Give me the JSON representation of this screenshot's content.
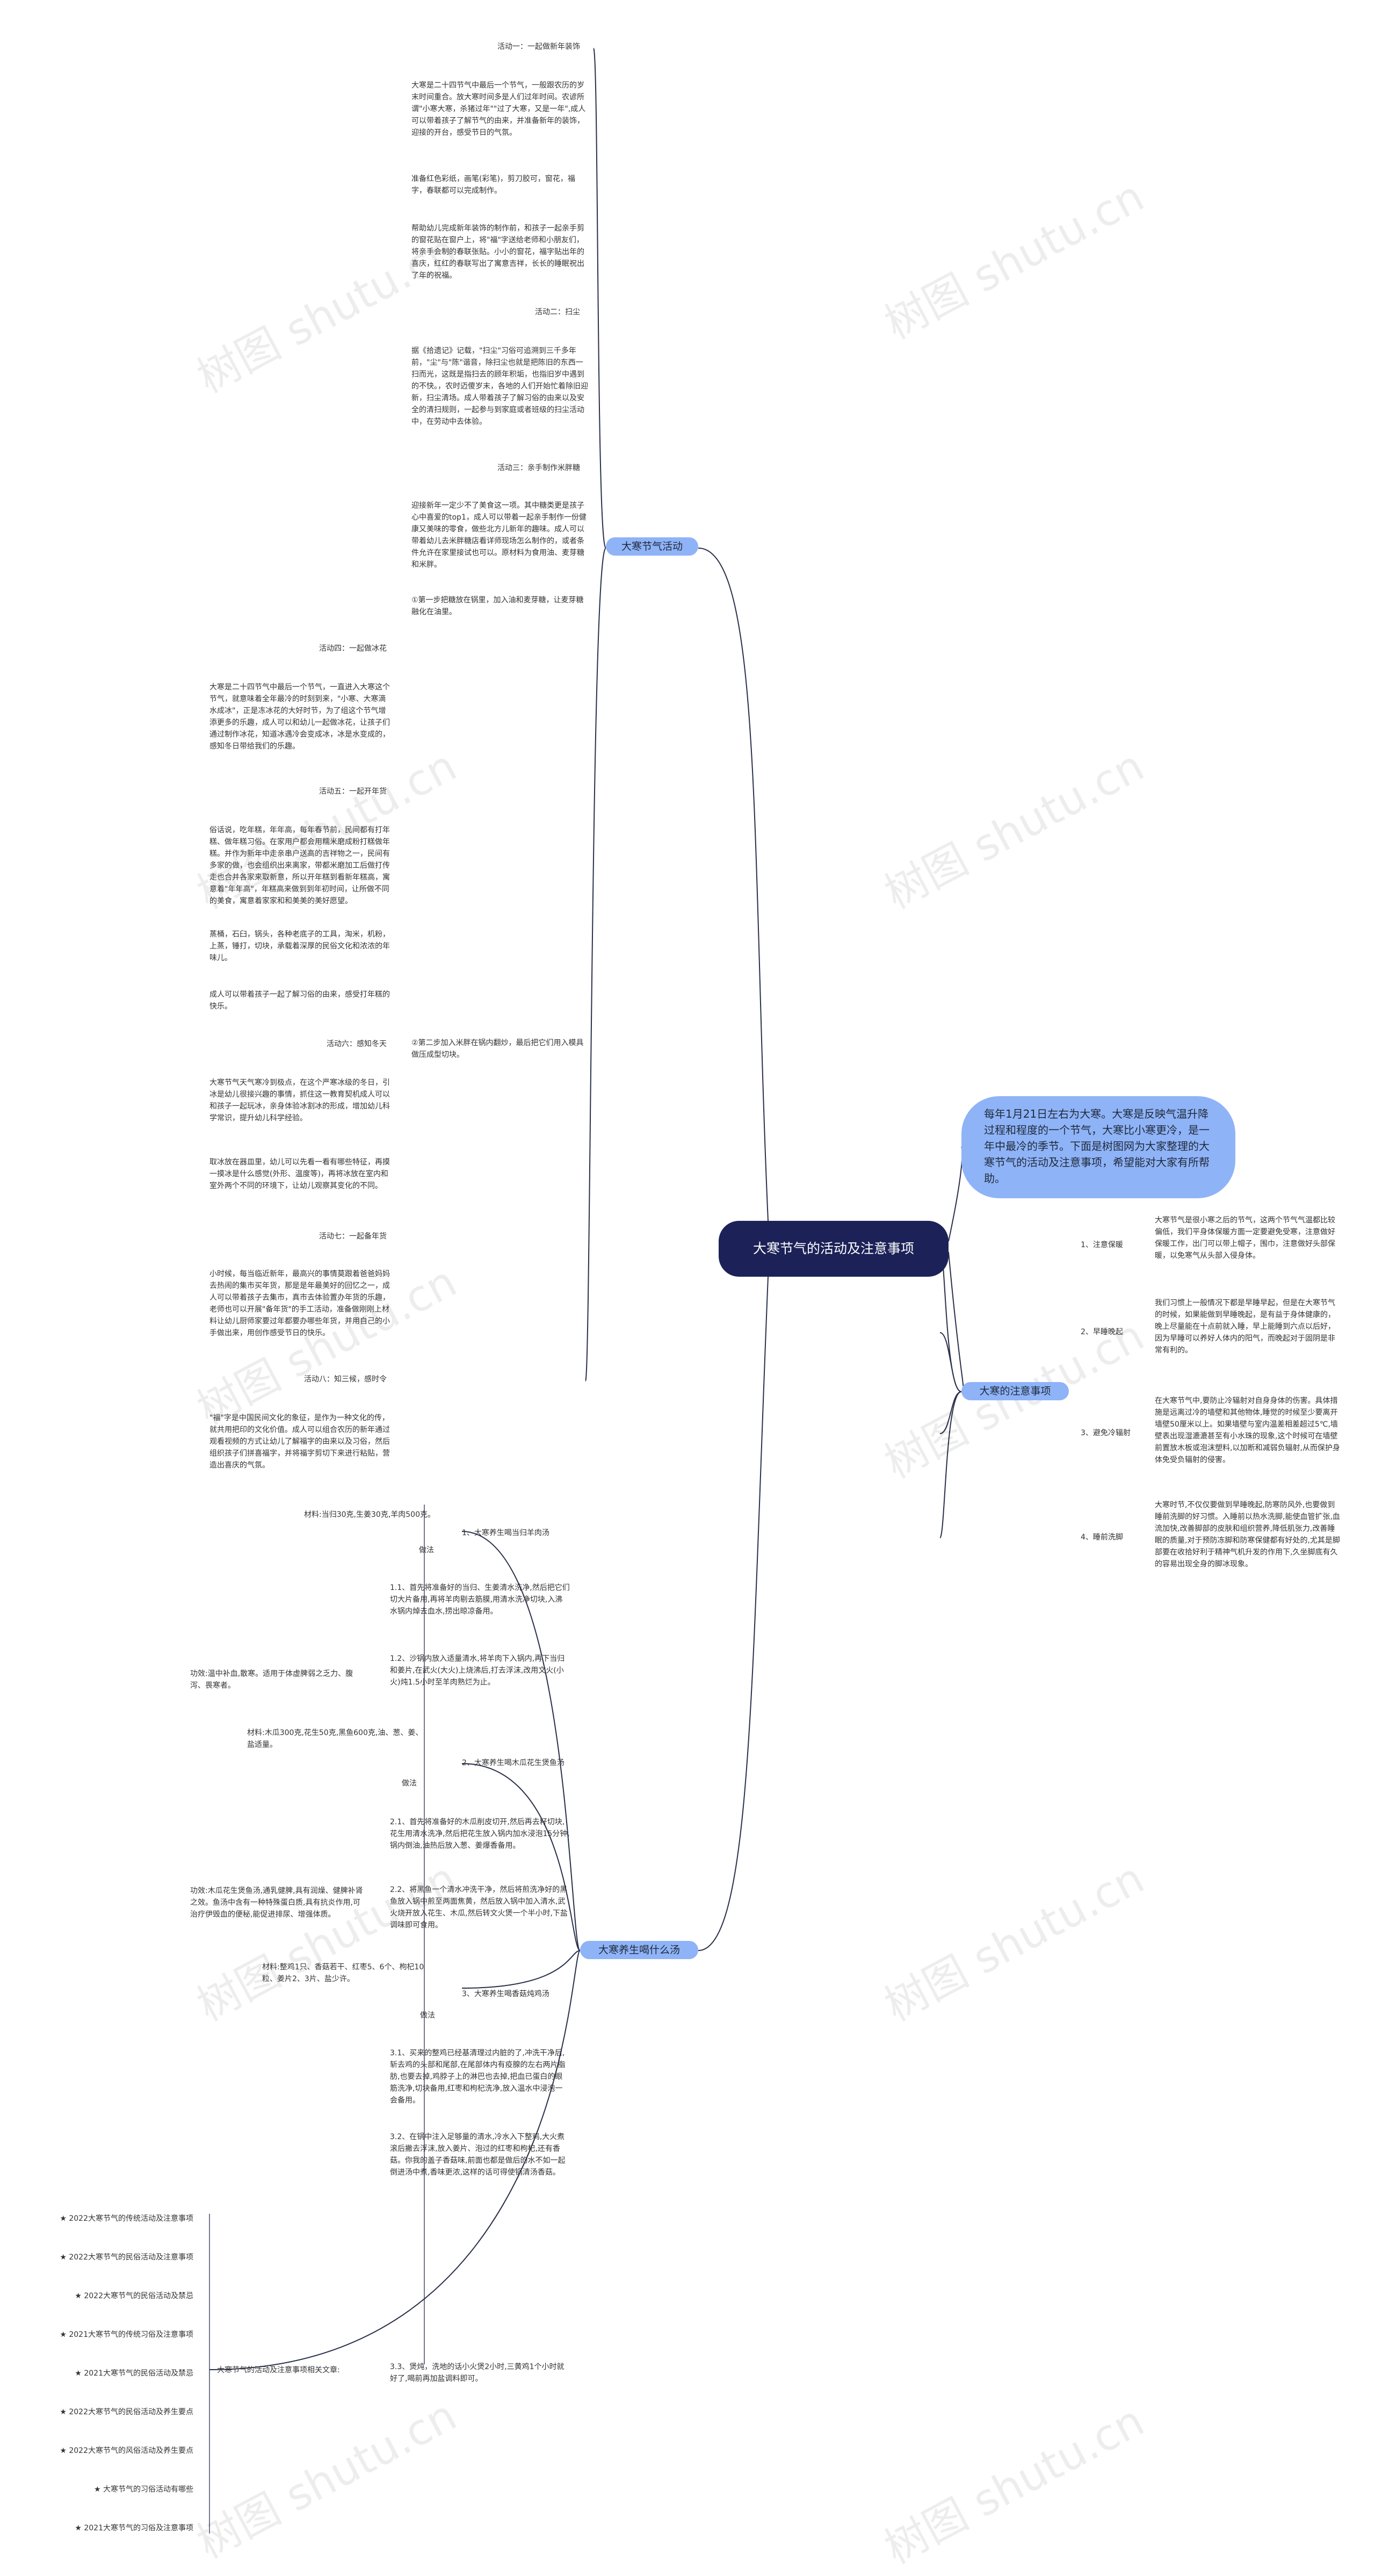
{
  "root": "大寒节气的活动及注意事项",
  "intro": "每年1月21日左右为大寒。大寒是反映气温升降过程和程度的一个节气，大寒比小寒更冷，是一年中最冷的季节。下面是树图网为大家整理的大寒节气的活动及注意事项，希望能对大家有所帮助。",
  "b_activities": {
    "label": "大寒节气活动",
    "items": [
      "活动一：一起做新年装饰",
      "大寒是二十四节气中最后一个节气，一般跟农历的岁末时间重合。放大寒时间多是人们过年时间。农谚所谓\"小寒大寒，杀猪过年\"\"过了大寒，又是一年\",成人可以带着孩子了解节气的由来，并准备新年的装饰，迎接的开台，感受节日的气氛。",
      "准备红色彩纸，画笔(彩笔)，剪刀胶可，窗花，福字，春联都可以完成制作。",
      "帮助幼儿完成新年装饰的制作前，和孩子一起亲手剪的窗花贴在窗户上，将\"福\"字送给老师和小朋友们，将亲手会制的春联张贴。小小的窗花，福字贴出年的喜庆，红红的春联写出了寓意吉祥，长长的睡眠祝出了年的祝福。",
      "活动二：扫尘",
      "据《拾遗记》记载，\"扫尘\"习俗可追溯到三千多年前，\"尘\"与\"陈\"谐音，除扫尘也就是把陈旧的东西一扫而光，这既是指扫去的顾年积垢，也指旧岁中遇到的不快。，农时迈傻岁末，各地的人们开始忙着除旧迎新，扫尘清场。成人带着孩子了解习俗的由来以及安全的清扫规则，一起参与到家庭或者班级的扫尘活动中，在劳动中去体验。",
      "活动三：亲手制作米胖糖",
      "迎接新年一定少不了美食这一项。其中糖类更是孩子心中喜爱的top1，成人可以带着一起亲手制作一份健康又美味的零食，做些北方儿新年的趣味。成人可以带着幼儿去米胖糖店看详师现场怎么制作的，或者条件允许在家里接试也可以。原材料为食用油、麦芽糖和米胖。",
      "①第一步把糖放在锅里，加入油和麦芽糖，让麦芽糖融化在油里。",
      "②第二步加入米胖在锅内翻炒，最后把它们用入模具做压成型切块。",
      "活动四：一起做冰花",
      "大寒是二十四节气中最后一个节气，一直进入大寒这个节气，就意味着全年最冷的时刻到来，\"小寒、大寒滴水成冰\"，正是冻冰花的大好时节，为了组这个节气增添更多的乐趣，成人可以和幼儿一起做冰花，让孩子们通过制作冰花，知道冰遇冷会变成冰，冰是水变成的，感知冬日带给我们的乐趣。",
      "活动五：一起开年货",
      "俗话说，吃年糕，年年高，每年春节前，民间都有打年糕、做年糕习俗。在家用户都会用糯米磨成粉打糕做年糕。并作为新年中走亲串户送高的吉祥物之一，民间有多家的做，也会组织出来离家，带都米磨加工后做打传走也合并各家来取新意，所以开年糕到看新年糕高，寓意着\"年年高\"，年糕高来做到到年初时间，让所做不同的美食，寓意着家家和和美美的美好愿望。",
      "蒸桶，石臼，锅头，各种老底子的工具，淘米，机粉，上蒸，锤打，切块，承载着深厚的民俗文化和浓浓的年味儿。",
      "成人可以带着孩子一起了解习俗的由来，感受打年糕的快乐。",
      "活动六：感知冬天",
      "大寒节气天气寒冷到极点，在这个严寒冰级的冬日，引冰是幼儿很接兴趣的事情，抓住这一教育契机成人可以和孩子一起玩冰，亲身体验冰割冰的形成，增加幼儿科学常识，提升幼儿科学经验。",
      "取冰放在器皿里，幼儿可以先看一看有哪些特征，再摸一摸冰是什么感觉(外形、温度等)，再将冰放在室内和室外两个不同的环境下，让幼儿观察其变化的不同。",
      "活动七：一起备年货",
      "小时候，每当临近新年，最高兴的事情莫跟着爸爸妈妈去热闹的集市买年货，那是是年最美好的回忆之一，成人可以带着孩子去集市，真市去体验置办年货的乐趣，老师也可以开展\"备年货\"的手工活动，准备做刚刚上材料让幼儿厨师家要过年都要办哪些年货，并用自己的小手做出来，用创作感受节日的快乐。",
      "活动八：知三候，感时令",
      "\"福\"字是中国民间文化的象征，是作为一种文化的传，就共用把印的文化价值。成人可以组合农历的新年通过观看视频的方式让幼儿了解福字的由来以及习俗，然后组织孩子们拼喜福字，并将福字剪切下来进行粘贴，营造出喜庆的气氛。"
    ]
  },
  "b_attention": {
    "label": "大寒的注意事项",
    "items": [
      {
        "label": "1、注意保暖",
        "text": "大寒节气是很小寒之后的节气，这两个节气气温都比较偏低，我们平身体保暖方面一定要避免受寒，注意做好保暖工作，出门可以带上帽子，围巾，注意做好头部保暖，以免寒气从头部入侵身体。"
      },
      {
        "label": "2、早睡晚起",
        "text": "我们习惯上一般情况下都是早睡早起，但是在大寒节气的时候，如果能做到早睡晚起，是有益于身体健康的，晚上尽量能在十点前就入睡，早上能睡到六点以后好，因为早睡可以养好人体内的阳气，而晚起对于固阴是非常有利的。"
      },
      {
        "label": "3、避免冷辐射",
        "text": "在大寒节气中,要防止冷辐射对自身身体的伤害。具体措施是远离过冷的墙壁和其他物体,睡觉的时候至少要离开墙壁50厘米以上。如果墙壁与室内温差相差超过5℃,墙壁表出现湿漉漉甚至有小水珠的现象,这个时候可在墙壁前置放木板或泡沫塑料,以加断和减弱负辐射,从而保护身体免受负辐射的侵害。"
      },
      {
        "label": "4、睡前洗脚",
        "text": "大寒时节,不仅仅要做到早睡晚起,防寒防风外,也要做到睡前洗脚的好习惯。入睡前以热水洗脚,能使血管扩张,血流加快,改善脚部的皮肤和组织营养,降低肌张力,改善睡眠的质量,对于预防冻脚和防寒保健都有好处的,尤其是脚部要在收拾好利于精神气机升发的作用下,久坐脚底有久的容易出现全身的脚冰现象。"
      }
    ]
  },
  "b_soup": {
    "label": "大寒养生喝什么汤",
    "groups": [
      {
        "title": "1、大寒养生喝当归羊肉汤",
        "materials": "材料:当归30克,生姜30克,羊肉500克。",
        "method_label": "做法",
        "steps": [
          "1.1、首先将准备好的当归、生姜清水洗净,然后把它们切大片备用,再将羊肉剔去筋膜,用清水洗净切块,入沸水锅内焯去血水,捞出晾凉备用。",
          "1.2、沙锅内放入适量清水,将羊肉下入锅内,再下当归和姜片,在武火(大火)上烧沸后,打去浮沫,改用文火(小火)炖1.5小时至羊肉熟烂为止。"
        ],
        "effect": "功效:温中补血,散寒。适用于体虚脾弱之乏力、腹泻、畏寒者。"
      },
      {
        "title": "2、大寒养生喝木瓜花生煲鱼汤",
        "materials": "材料:木瓜300克,花生50克,黑鱼600克,油、葱、姜、盐适量。",
        "method_label": "做法",
        "steps": [
          "2.1、首先将准备好的木瓜削皮切开,然后再去籽切块,花生用清水洗净,然后把花生放入锅内加水浸泡15分钟,锅内倒油,油热后放入葱、姜爆香备用。",
          "2.2、将黑鱼一个清水冲洗干净，然后将煎洗净好的黑鱼放入锅中煎至两面焦黄，然后放入锅中加入清水,武火烧开放入花生、木瓜,然后转文火煲一个半小时,下盐调味即可食用。"
        ],
        "effect": "功效:木瓜花生煲鱼汤,通乳健脾,具有润燥、健脾补肾之效。鱼汤中含有一种特殊蛋白质,具有抗炎作用,可治疗伊毁血的便秘,能促进排尿、增强体质。"
      },
      {
        "title": "3、大寒养生喝香菇炖鸡汤",
        "materials": "材料:整鸡1只、香菇若干、红枣5、6个、枸杞10粒、姜片2、3片、盐少许。",
        "method_label": "做法",
        "steps": [
          "3.1、买来的整鸡已经基清理过内脏的了,冲洗干净后,斩去鸡的头部和尾部,在尾部体内有疫腺的左右两片脂肪,也要去掉,鸡脖子上的淋巴也去掉,把血已蛋白的眼筋洗净,切块备用,红枣和枸杞洗净,放入温水中浸泡一会备用。",
          "3.2、在锅中注入足够量的清水,冷水入下整鸡,大火煮滚后撇去浮沫,放入姜片、泡过的红枣和枸杞,还有香菇。你我的盖子香菇味,前面也都是做后的水不如一起倒进汤中煮,香味更浓,这样的话可得使锅清汤香菇。",
          "3.3、煲炖，洗地的话小火煲2小时,三黄鸡1个小时就好了,喝前再加盐调料即可。"
        ]
      }
    ],
    "related_label": "大寒节气的活动及注意事项相关文章:",
    "related": [
      "★ 2022大寒节气的传统活动及注意事项",
      "★ 2022大寒节气的民俗活动及注意事项",
      "★ 2022大寒节气的民俗活动及禁忌",
      "★ 2021大寒节气的传统习俗及注意事项",
      "★ 2021大寒节气的民俗活动及禁忌",
      "★ 2022大寒节气的民俗活动及养生要点",
      "★ 2022大寒节气的风俗活动及养生要点",
      "★ 大寒节气的习俗活动有哪些",
      "★ 2021大寒节气的习俗及注意事项"
    ]
  },
  "watermark": "树图 shutu.cn",
  "colors": {
    "root": "#1c2258",
    "branch": "#8fb3f7",
    "line": "#2a2f4a",
    "text": "#333333"
  }
}
